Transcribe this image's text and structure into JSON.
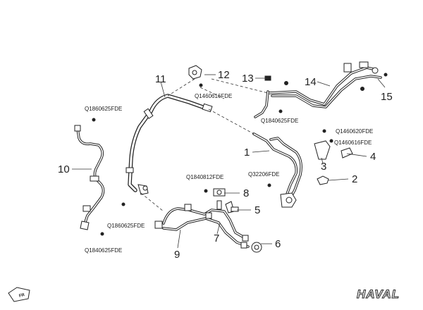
{
  "callouts": {
    "c1": "1",
    "c2": "2",
    "c3": "3",
    "c4": "4",
    "c5": "5",
    "c6": "6",
    "c7": "7",
    "c8": "8",
    "c9": "9",
    "c10": "10",
    "c11": "11",
    "c12": "12",
    "c13": "13",
    "c14": "14",
    "c15": "15"
  },
  "fastener_codes": {
    "q1860625_top": "Q1860625FDE",
    "q1460616_top": "Q1460616FDE",
    "q1840625_mid": "Q1840625FDE",
    "q1460620": "Q1460620FDE",
    "q1460616_right": "Q1460616FDE",
    "q32206": "Q32206FDE",
    "q1840812": "Q1840812FDE",
    "q1860625_bottom": "Q1860625FDE",
    "q1840625_bottom": "Q1840625FDE"
  },
  "brand_logo": "HAVAL",
  "direction_marker": "FR",
  "colors": {
    "line": "#222222",
    "background": "#ffffff"
  }
}
